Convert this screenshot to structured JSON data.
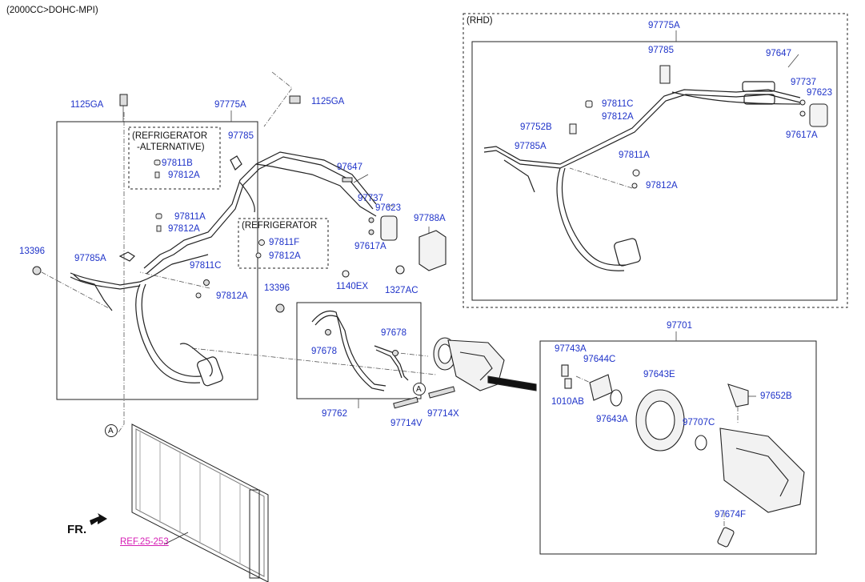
{
  "header": {
    "engine": "(2000CC>DOHC-MPI)"
  },
  "rhd_box": {
    "title": "(RHD)"
  },
  "callout_box_refrigerator_alt": {
    "line1": "(REFRIGERATOR",
    "line2": "-ALTERNATIVE)"
  },
  "callout_box_refrigerator": {
    "title": "(REFRIGERATOR"
  },
  "orientation": {
    "fr_label": "FR.",
    "circle_mark_a": "A",
    "circle_mark_a2": "A"
  },
  "ref_link": {
    "text": "REF.25-253"
  },
  "parts": {
    "p1125GA_left": "1125GA",
    "p1125GA_right": "1125GA",
    "p97775A": "97775A",
    "p97785": "97785",
    "p97811B": "97811B",
    "p97812A_alt": "97812A",
    "p97647": "97647",
    "p97737": "97737",
    "p97623": "97623",
    "p97617A": "97617A",
    "p97811A": "97811A",
    "p97812A_a": "97812A",
    "p97811F": "97811F",
    "p97812A_ref": "97812A",
    "p13396_left": "13396",
    "p97785A": "97785A",
    "p97811C": "97811C",
    "p97812A_b": "97812A",
    "p97788A": "97788A",
    "p1140EX": "1140EX",
    "p1327AC": "1327AC",
    "p13396_mid": "13396",
    "p97678_a": "97678",
    "p97678_b": "97678",
    "p97762": "97762",
    "p97714V": "97714V",
    "p97714X": "97714X",
    "r97775A": "97775A",
    "r97785": "97785",
    "r97647": "97647",
    "r97737": "97737",
    "r97623": "97623",
    "r97811C": "97811C",
    "r97812A_a": "97812A",
    "r97752B": "97752B",
    "r97785A": "97785A",
    "r97617A": "97617A",
    "r97811A": "97811A",
    "r97812A_b": "97812A",
    "c97701": "97701",
    "c97743A": "97743A",
    "c97644C": "97644C",
    "c97643E": "97643E",
    "c1010AB": "1010AB",
    "c97643A": "97643A",
    "c97707C": "97707C",
    "c97652B": "97652B",
    "c97674F": "97674F"
  },
  "colors": {
    "part_number": "#1f33c9",
    "reference": "#d61fb5",
    "line": "#222222",
    "dashed": "#555555"
  }
}
